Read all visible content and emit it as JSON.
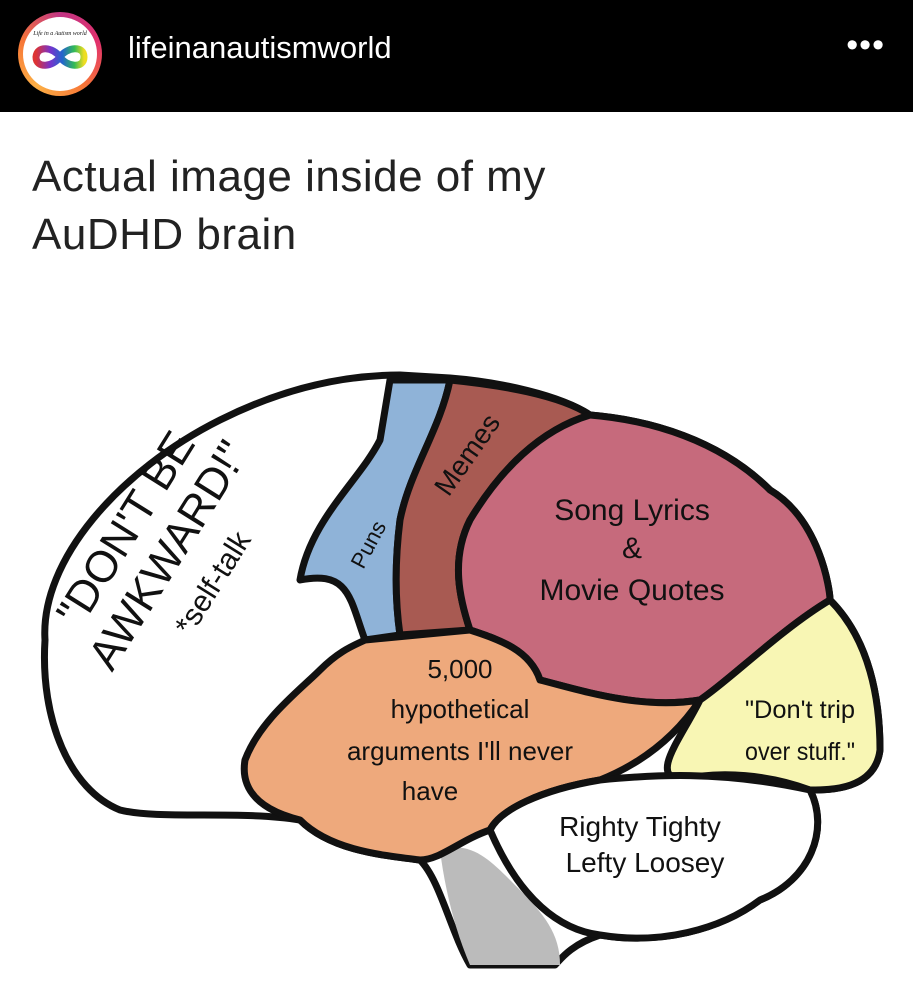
{
  "header": {
    "username": "lifeinanautismworld",
    "avatar_logo_text": "Life in a Autism world",
    "more_icon": "ellipsis-icon"
  },
  "post": {
    "caption_line1": "Actual image inside of my",
    "caption_line2": "AuDHD brain"
  },
  "brain": {
    "front": {
      "line1": "\"DON'T BE",
      "line2": "AWKWARD!\"",
      "line3": "*self-talk",
      "color": "#ffffff"
    },
    "puns": {
      "label": "Puns",
      "color": "#8fb3d8"
    },
    "memes": {
      "label": "Memes",
      "color": "#a85a52"
    },
    "lyrics": {
      "line1": "Song Lyrics",
      "line2": "&",
      "line3": "Movie Quotes",
      "color": "#c66a7c"
    },
    "arguments": {
      "line1": "5,000",
      "line2": "hypothetical",
      "line3": "arguments I'll never",
      "line4": "have",
      "color": "#eea97c"
    },
    "trip": {
      "line1": "\"Don't trip",
      "line2": "over stuff.\"",
      "color": "#f8f6b4"
    },
    "cerebellum": {
      "line1": "Righty Tighty",
      "line2": "Lefty Loosey",
      "color": "#ffffff"
    }
  }
}
